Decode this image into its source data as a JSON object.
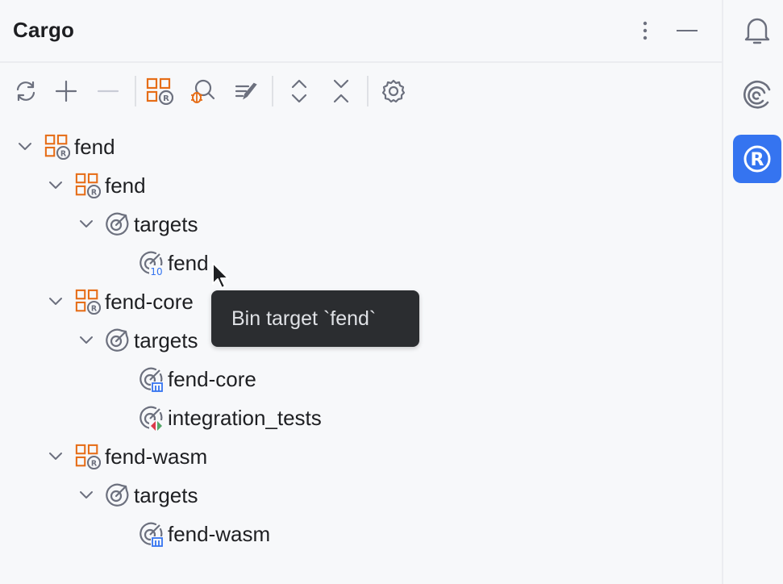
{
  "header": {
    "title": "Cargo"
  },
  "toolbar": {
    "buttons": [
      "refresh-icon",
      "add-icon",
      "remove-icon",
      "cargo-project-icon",
      "debug-search-icon",
      "edit-icon",
      "expand-all-icon",
      "collapse-all-icon",
      "settings-icon"
    ]
  },
  "tree": [
    {
      "label": "fend",
      "kind": "workspace"
    },
    {
      "label": "fend",
      "kind": "package"
    },
    {
      "label": "targets",
      "kind": "targets"
    },
    {
      "label": "fend",
      "kind": "bin-target"
    },
    {
      "label": "fend-core",
      "kind": "package"
    },
    {
      "label": "targets",
      "kind": "targets"
    },
    {
      "label": "fend-core",
      "kind": "lib-target"
    },
    {
      "label": "integration_tests",
      "kind": "test-target"
    },
    {
      "label": "fend-wasm",
      "kind": "package"
    },
    {
      "label": "targets",
      "kind": "targets"
    },
    {
      "label": "fend-wasm",
      "kind": "lib-target"
    }
  ],
  "tooltip": {
    "text": "Bin target `fend`"
  },
  "sidebar": {
    "buttons": [
      "notifications-icon",
      "ai-assistant-icon",
      "rust-cargo-icon"
    ],
    "active": "rust-cargo-icon"
  },
  "colors": {
    "accent": "#3574f0",
    "package_orange": "#e66d17",
    "icon_gray": "#6c707e"
  }
}
